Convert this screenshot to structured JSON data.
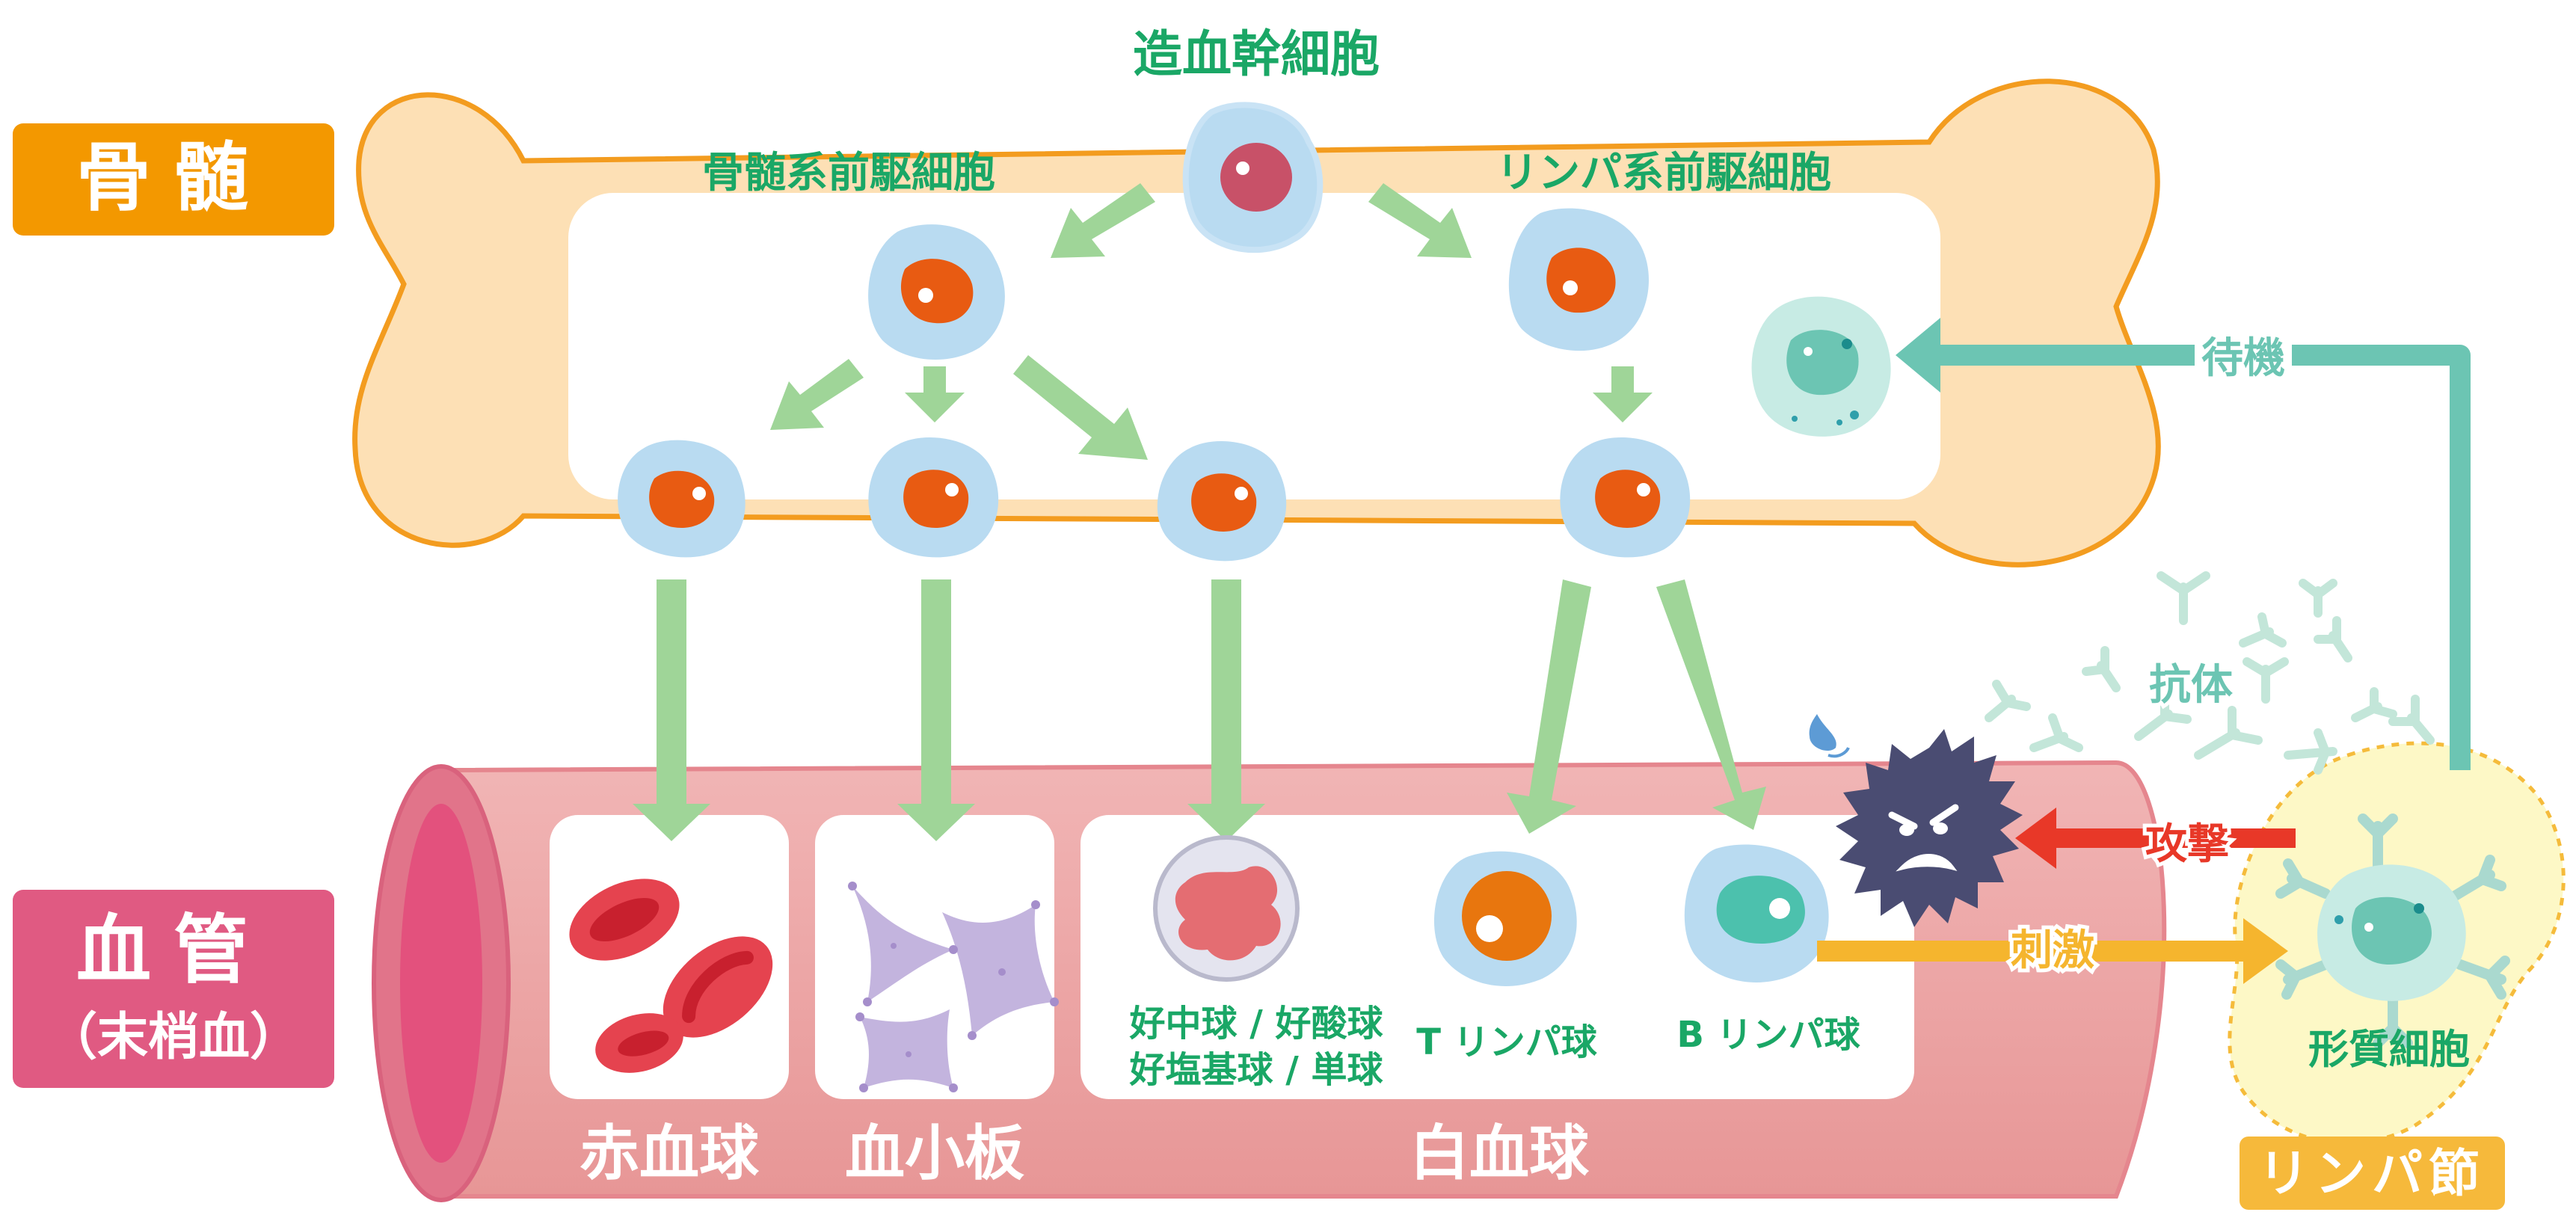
{
  "labels": {
    "bone_marrow": "骨髄",
    "blood_vessel": "血管",
    "peripheral_blood": "（末梢血）",
    "hsc": "造血幹細胞",
    "myeloid_progenitor": "骨髄系前駆細胞",
    "lymphoid_progenitor": "リンパ系前駆細胞",
    "rbc": "赤血球",
    "platelet": "血小板",
    "wbc": "白血球",
    "granulocyte_line1": "好中球 / 好酸球",
    "granulocyte_line2": "好塩基球 / 単球",
    "t_cell": "T リンパ球",
    "b_cell": "B リンパ球",
    "plasma_cell": "形質細胞",
    "lymph_node": "リンパ節",
    "antibody": "抗体",
    "attack": "攻撃",
    "stimulus": "刺激",
    "standby": "待機"
  },
  "colors": {
    "orange": "#f39800",
    "bone_fill": "#fde0b5",
    "bone_stroke": "#f39c1f",
    "pink": "#e05a82",
    "vessel": "#eba0a0",
    "green_text": "#1aa766",
    "arrow_green": "#9fd598",
    "teal": "#6cc5b3",
    "red": "#e83828",
    "yellow_arrow": "#f5b52e",
    "cell_blue": "#b9dbf1",
    "nucleus": "#e85b12",
    "virus": "#4a4c72"
  }
}
